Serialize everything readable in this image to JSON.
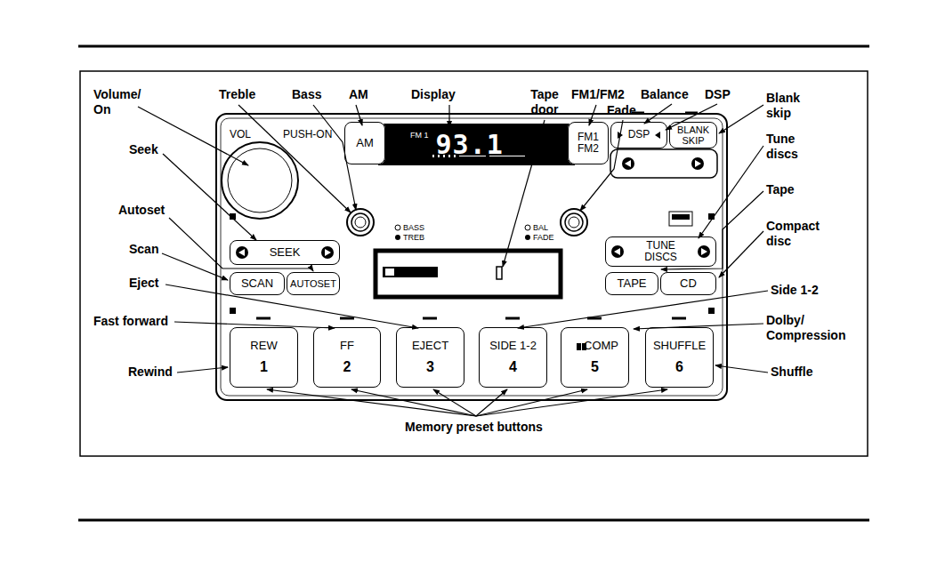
{
  "diagram": {
    "nodes": [
      {
        "text": [
          "AM"
        ]
      },
      {
        "text": [
          "FM 1",
          "93.1"
        ]
      },
      {
        "text": [
          "FM1 FM2"
        ]
      },
      {
        "text": [
          "DSP"
        ]
      },
      {
        "text": [
          "BLANK SKIP"
        ]
      },
      {
        "text": [
          "SEEK"
        ]
      },
      {
        "text": [
          "SCAN"
        ]
      },
      {
        "text": [
          "AUTOSET"
        ]
      },
      {
        "text": [
          "TUNE DISCS"
        ]
      },
      {
        "text": [
          "TAPE"
        ]
      },
      {
        "text": [
          "CD"
        ]
      },
      {
        "text": [
          "REW",
          "1"
        ]
      },
      {
        "text": [
          "FF",
          "2"
        ]
      },
      {
        "text": [
          "EJECT",
          "3"
        ]
      },
      {
        "text": [
          "SIDE 1-2",
          "4"
        ]
      },
      {
        "text": [
          "COMP",
          "5"
        ]
      },
      {
        "text": [
          "SHUFFLE",
          "6"
        ]
      }
    ],
    "labels": [
      "Volume/ On",
      "Treble",
      "Bass",
      "AM",
      "Display",
      "Tape door",
      "FM1/FM2",
      "Fade",
      "Balance",
      "DSP",
      "Blank skip",
      "Tune discs",
      "Tape",
      "Compact disc",
      "Seek",
      "Autoset",
      "Scan",
      "Eject",
      "Fast forward",
      "Rewind",
      "Side 1-2",
      "Dolby/ Compression",
      "Shuffle",
      "Memory preset buttons",
      "VOL",
      "PUSH-ON",
      "BASS",
      "TREB",
      "BAL",
      "FADE"
    ]
  }
}
